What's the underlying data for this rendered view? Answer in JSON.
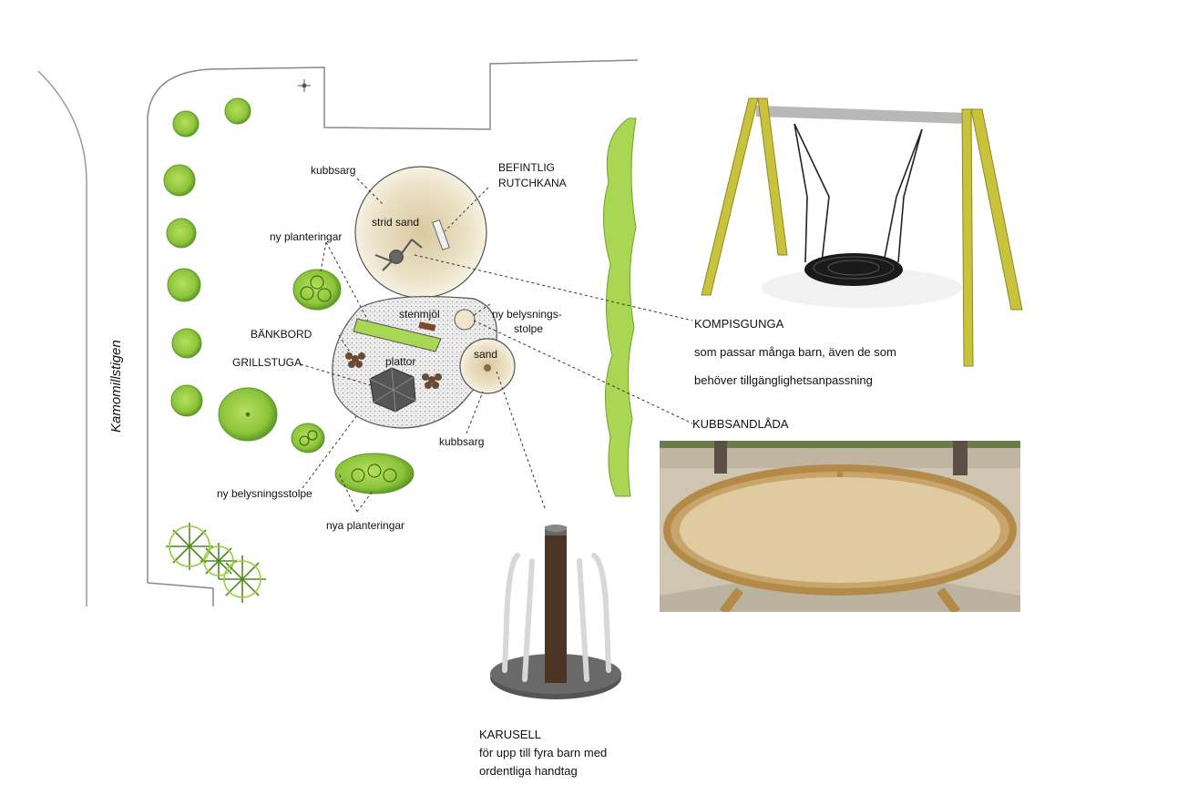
{
  "map": {
    "street_name": "Kamomillstigen",
    "labels": {
      "kubbsarg_top": "kubbsarg",
      "befintlig_1": "BEFINTLIG",
      "befintlig_2": "RUTCHKANA",
      "strid_sand": "strid sand",
      "ny_planteringar": "ny planteringar",
      "stenmjol": "stenmjöl",
      "ny_belysnings_1": "ny belysnings-",
      "ny_belysnings_2": "stolpe",
      "bankbord": "BÄNKBORD",
      "grillstuga": "GRILLSTUGA",
      "plattor": "plattor",
      "sand": "sand",
      "kubbsarg_bottom": "kubbsarg",
      "ny_belysningsstolpe": "ny belysningsstolpe",
      "nya_planteringar": "nya planteringar"
    }
  },
  "kompisgunga": {
    "title": "KOMPISGUNGA",
    "line1": "som passar många barn, även de som",
    "line2": "behöver tillgänglighetsanpassning"
  },
  "kubbsandlada": {
    "title": "KUBBSANDLÅDA"
  },
  "karusell": {
    "title": "KARUSELL",
    "line1": "för upp till fyra barn med",
    "line2": "ordentliga handtag"
  },
  "colors": {
    "plant_green": "#9acd3a",
    "plant_dark": "#4f8a1f",
    "sand": "#e8dcc0",
    "gravel": "#dcdcdc",
    "swing_wood": "#c9c23c",
    "carousel_post": "#4b3424"
  }
}
